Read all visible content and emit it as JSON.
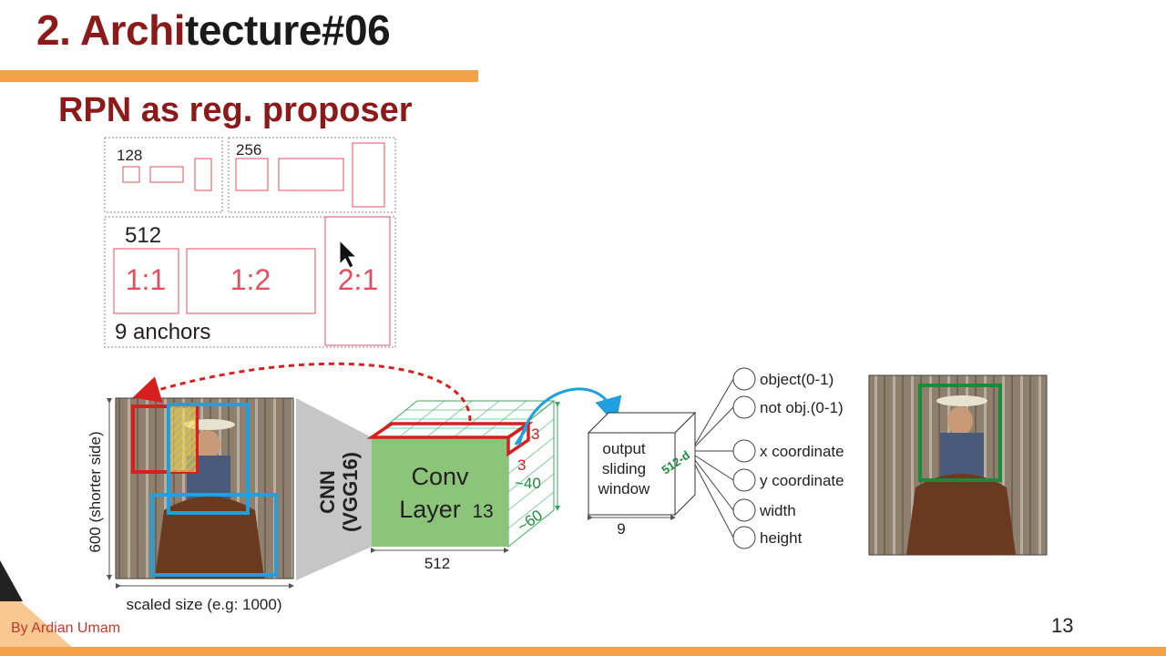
{
  "slide": {
    "title_part1": "2. Archi",
    "title_part2": "tecture#06",
    "subtitle": "RPN as reg. proposer",
    "author": "By Ardian Umam",
    "page_number": "13"
  },
  "anchors": {
    "size_128": "128",
    "size_256": "256",
    "size_512": "512",
    "ratio_1_1": "1:1",
    "ratio_1_2": "1:2",
    "ratio_2_1": "2:1",
    "caption": "9 anchors"
  },
  "pipeline": {
    "shorter_side": "600 (shorter side)",
    "scaled_size": "scaled size (e.g: 1000)",
    "cnn_line1": "CNN",
    "cnn_line2": "(VGG16)",
    "conv_line1": "Conv",
    "conv_line2": "Layer",
    "conv_num": "13",
    "dim_512": "512",
    "dim_40": "~40",
    "dim_60": "~60",
    "k3a": "3",
    "k3b": "3",
    "window_line1": "output",
    "window_line2": "sliding",
    "window_line3": "window",
    "window_depth": "512-d",
    "window_width": "9"
  },
  "outputs": [
    "object(0-1)",
    "not obj.(0-1)",
    "x coordinate",
    "y coordinate",
    "width",
    "height"
  ],
  "colors": {
    "title_accent": "#8b1a1a",
    "orange_bar": "#f4a24a",
    "anchor_red": "#e05060",
    "box_red": "#d62020",
    "box_blue": "#1e9fe0",
    "box_green": "#1a8a3a",
    "conv_green": "#8cc47a",
    "grid_green": "#3aa860"
  }
}
